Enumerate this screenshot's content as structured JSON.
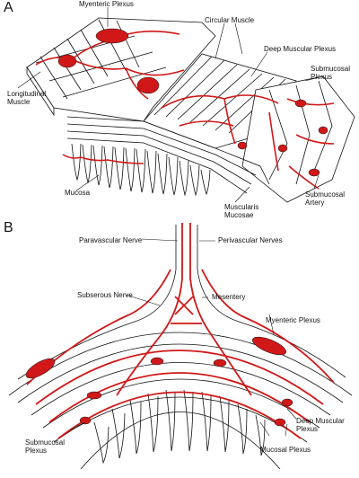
{
  "panel_a": {
    "letter": "A",
    "labels": {
      "myenteric_plexus": "Myenteric Plexus",
      "circular_muscle": "Circular Muscle",
      "deep_muscular_plexus": "Deep Muscular Plexus",
      "submucosal_plexus_1": "Submucosal",
      "submucosal_plexus_2": "Plexus",
      "longitudinal_muscle_1": "Longitudinal",
      "longitudinal_muscle_2": "Muscle",
      "mucosa": "Mucosa",
      "muscularis_mucosae_1": "Muscularis",
      "muscularis_mucosae_2": "Mucosae",
      "submucosal_artery_1": "Submucosal",
      "submucosal_artery_2": "Artery"
    }
  },
  "panel_b": {
    "letter": "B",
    "labels": {
      "paravascular_nerve": "Paravascular Nerve",
      "perivascular_nerves": "Perivascular Nerves",
      "subserous_nerve": "Subserous Nerve",
      "mesentery": "Mesentery",
      "myenteric_plexus": "Myenteric Plexus",
      "deep_muscular_plexus_1": "Deep Muscular",
      "deep_muscular_plexus_2": "Plexus",
      "submucosal_plexus_1": "Submucosal",
      "submucosal_plexus_2": "Plexus",
      "mucosal_plexus": "Mucosal Plexus"
    }
  },
  "colors": {
    "nerve_red": "#d01818",
    "outline": "#111111"
  }
}
